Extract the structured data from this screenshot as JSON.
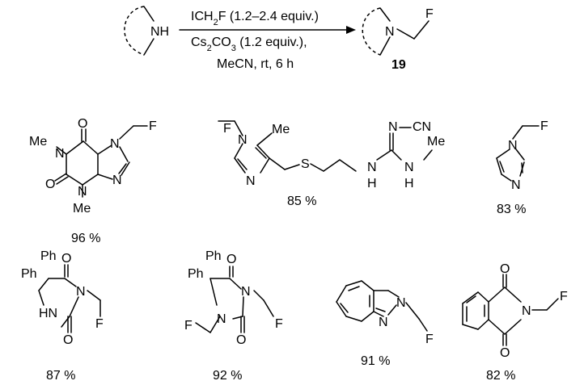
{
  "reaction": {
    "reagent_line": "ICH2F (1.2–2.4 equiv.)",
    "base_line": "Cs2CO3 (1.2 equiv.),",
    "solvent_line": "MeCN, rt, 6 h",
    "product_number": "19",
    "reactant_label": "NH",
    "product_n": "N",
    "product_f": "F"
  },
  "products": [
    {
      "id": "caffeine-derivative",
      "yield": "96 %"
    },
    {
      "id": "cimetidine-derivative",
      "yield": "85 %"
    },
    {
      "id": "imidazole-derivative",
      "yield": "83 %"
    },
    {
      "id": "phenytoin-mono",
      "yield": "87 %"
    },
    {
      "id": "phenytoin-bis",
      "yield": "92 %"
    },
    {
      "id": "indazole-derivative",
      "yield": "91 %"
    },
    {
      "id": "phthalimide-derivative",
      "yield": "82 %"
    }
  ]
}
